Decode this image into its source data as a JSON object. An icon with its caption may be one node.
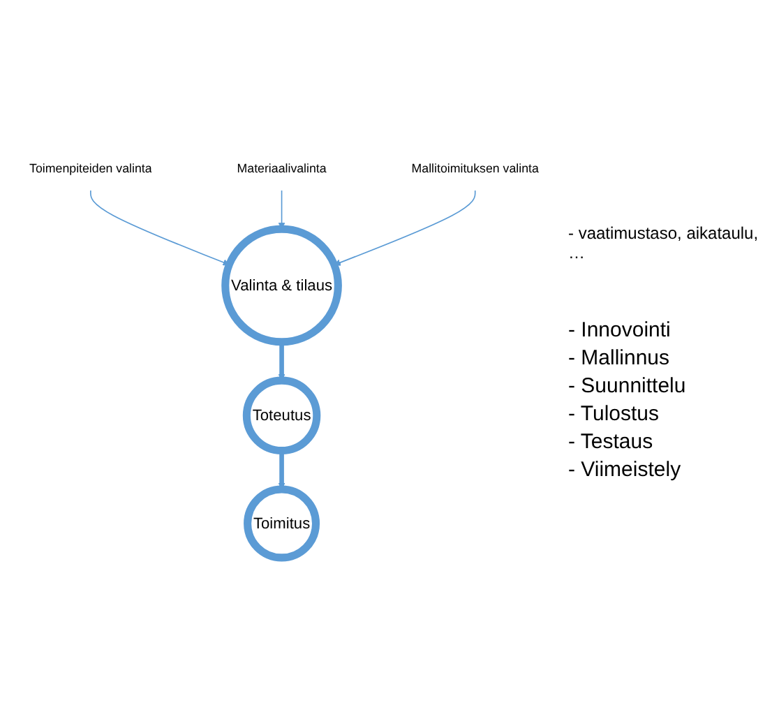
{
  "diagram": {
    "nodes": [
      {
        "text": [
          "Toimenpiteiden valinta"
        ]
      },
      {
        "text": [
          "Materiaalivalinta"
        ]
      },
      {
        "text": [
          "Mallitoimituksen valinta"
        ]
      },
      {
        "text": [
          "Valinta & tilaus"
        ]
      },
      {
        "text": [
          "Toteutus"
        ]
      },
      {
        "text": [
          "Toimitus"
        ]
      }
    ],
    "edges": [
      {
        "from": 0,
        "to": 3,
        "arrow": "to"
      },
      {
        "from": 1,
        "to": 3,
        "arrow": "to"
      },
      {
        "from": 2,
        "to": 3,
        "arrow": "to"
      },
      {
        "from": 3,
        "to": 4,
        "arrow": "to",
        "style": "thick"
      },
      {
        "from": 4,
        "to": 5,
        "arrow": "to",
        "style": "thick"
      }
    ],
    "labels": [
      "- vaatimustaso, aikataulu, …",
      "- Innovointi",
      "- Mallinnus",
      "- Suunnittelu",
      "- Tulostus",
      "- Testaus",
      "- Viimeistely"
    ]
  }
}
